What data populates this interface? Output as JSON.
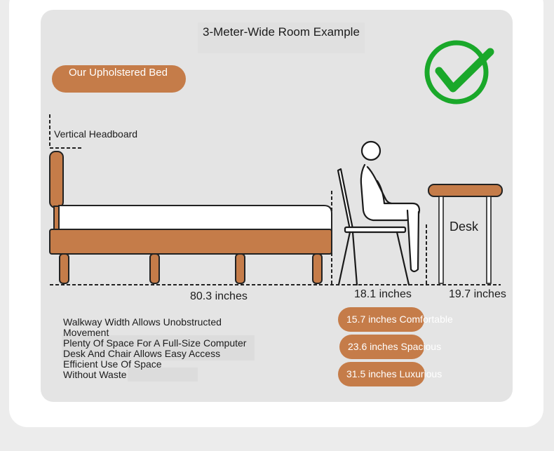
{
  "title": "3-Meter-Wide Room Example",
  "bed_badge": "Our Upholstered Bed",
  "check_icon": "check-icon",
  "labels": {
    "headboard": "Vertical Headboard",
    "desk": "Desk"
  },
  "dimensions": {
    "bed": "80.3 inches",
    "chair": "18.1 inches",
    "desk": "19.7 inches"
  },
  "notes": [
    "Walkway Width Allows Unobstructed Movement",
    "Plenty Of Space For A Full-Size Computer Desk And Chair Allows Easy Access",
    "Efficient Use Of Space Without Waste"
  ],
  "options": [
    "15.7 inches Comfortable",
    "23.6 inches Spacious",
    "31.5 inches Luxurious"
  ],
  "colors": {
    "accent": "#c57c49",
    "check": "#1aa82a",
    "panel": "#e4e4e4"
  }
}
